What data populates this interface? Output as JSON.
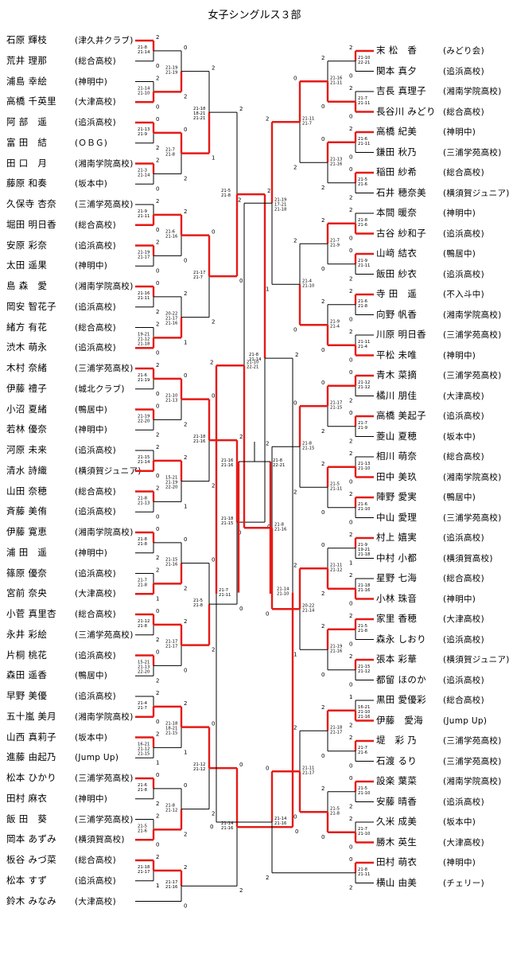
{
  "title": "女子シングルス３部",
  "left_players": [
    {
      "name": "石原 輝枝",
      "team": "(津久井クラブ)"
    },
    {
      "name": "荒井 理那",
      "team": "(総合高校)"
    },
    {
      "name": "浦島 幸絵",
      "team": "(神明中)"
    },
    {
      "name": "高橋 千英里",
      "team": "(大津高校)"
    },
    {
      "name": "阿 部　遥",
      "team": "(追浜高校)"
    },
    {
      "name": "富 田　結",
      "team": "(ＯＢＧ)"
    },
    {
      "name": "田 口　月",
      "team": "(湘南学院高校)"
    },
    {
      "name": "藤原 和奏",
      "team": "(坂本中)"
    },
    {
      "name": "久保寺 杏奈",
      "team": "(三浦学苑高校)"
    },
    {
      "name": "堀田 明日香",
      "team": "(総合高校)"
    },
    {
      "name": "安原 彩奈",
      "team": "(追浜高校)"
    },
    {
      "name": "太田 遥果",
      "team": "(神明中)"
    },
    {
      "name": "島 森　愛",
      "team": "(湘南学院高校)"
    },
    {
      "name": "岡安 智花子",
      "team": "(追浜高校)"
    },
    {
      "name": "緒方 有花",
      "team": "(総合高校)"
    },
    {
      "name": "渋木 萌永",
      "team": "(追浜高校)"
    },
    {
      "name": "木村 奈緒",
      "team": "(三浦学苑高校)"
    },
    {
      "name": "伊藤 禮子",
      "team": "(城北クラブ)"
    },
    {
      "name": "小沼 夏緒",
      "team": "(鴨居中)"
    },
    {
      "name": "若林 優奈",
      "team": "(神明中)"
    },
    {
      "name": "河原 未来",
      "team": "(追浜高校)"
    },
    {
      "name": "清水 詩織",
      "team": "(横須賀ジュニア)"
    },
    {
      "name": "山田 奈穂",
      "team": "(総合高校)"
    },
    {
      "name": "斉藤 美侑",
      "team": "(追浜高校)"
    },
    {
      "name": "伊藤 寛恵",
      "team": "(湘南学院高校)"
    },
    {
      "name": "浦 田　遥",
      "team": "(神明中)"
    },
    {
      "name": "篠原 優奈",
      "team": "(追浜高校)"
    },
    {
      "name": "宮前 奈央",
      "team": "(大津高校)"
    },
    {
      "name": "小菅 真里杏",
      "team": "(総合高校)"
    },
    {
      "name": "永井 彩絵",
      "team": "(三浦学苑高校)"
    },
    {
      "name": "片桐 桃花",
      "team": "(追浜高校)"
    },
    {
      "name": "森田 遥香",
      "team": "(鴨居中)"
    },
    {
      "name": "早野 美優",
      "team": "(追浜高校)"
    },
    {
      "name": "五十嵐 美月",
      "team": "(湘南学院高校)"
    },
    {
      "name": "山西 真莉子",
      "team": "(坂本中)"
    },
    {
      "name": "進藤 由起乃",
      "team": "(Jump Up)"
    },
    {
      "name": "松本 ひかり",
      "team": "(三浦学苑高校)"
    },
    {
      "name": "田村 麻衣",
      "team": "(神明中)"
    },
    {
      "name": "飯 田　葵",
      "team": "(三浦学苑高校)"
    },
    {
      "name": "岡本 あずみ",
      "team": "(横須賀高校)"
    },
    {
      "name": "板谷 みづ菜",
      "team": "(総合高校)"
    },
    {
      "name": "松本 すず",
      "team": "(追浜高校)"
    },
    {
      "name": "鈴木 みなみ",
      "team": "(大津高校)"
    }
  ],
  "right_players": [
    {
      "name": "末 松　香",
      "team": "(みどり会)"
    },
    {
      "name": "関本 真夕",
      "team": "(追浜高校)"
    },
    {
      "name": "吉長 真理子",
      "team": "(湘南学院高校)"
    },
    {
      "name": "長谷川 みどり",
      "team": "(総合高校)"
    },
    {
      "name": "高橋 紀美",
      "team": "(神明中)"
    },
    {
      "name": "鎌田 秋乃",
      "team": "(三浦学苑高校)"
    },
    {
      "name": "稲田 紗希",
      "team": "(総合高校)"
    },
    {
      "name": "石井 穂奈美",
      "team": "(横須賀ジュニア)"
    },
    {
      "name": "本間 暖奈",
      "team": "(神明中)"
    },
    {
      "name": "古谷 紗和子",
      "team": "(追浜高校)"
    },
    {
      "name": "山﨑 結衣",
      "team": "(鴨居中)"
    },
    {
      "name": "飯田 紗衣",
      "team": "(追浜高校)"
    },
    {
      "name": "寺 田　遥",
      "team": "(不入斗中)"
    },
    {
      "name": "向野 帆香",
      "team": "(湘南学院高校)"
    },
    {
      "name": "川原 明日香",
      "team": "(三浦学苑高校)"
    },
    {
      "name": "平松 未唯",
      "team": "(神明中)"
    },
    {
      "name": "青木 菜摘",
      "team": "(三浦学苑高校)"
    },
    {
      "name": "橘川 朋佳",
      "team": "(大津高校)"
    },
    {
      "name": "高橋 美起子",
      "team": "(追浜高校)"
    },
    {
      "name": "菱山 夏穂",
      "team": "(坂本中)"
    },
    {
      "name": "相川 萌奈",
      "team": "(総合高校)"
    },
    {
      "name": "田中 美玖",
      "team": "(湘南学院高校)"
    },
    {
      "name": "陣野 愛実",
      "team": "(鴨居中)"
    },
    {
      "name": "中山 愛理",
      "team": "(三浦学苑高校)"
    },
    {
      "name": "村上 嬉実",
      "team": "(追浜高校)"
    },
    {
      "name": "中村 小都",
      "team": "(横須賀高校)"
    },
    {
      "name": "星野 七海",
      "team": "(総合高校)"
    },
    {
      "name": "小林 珠音",
      "team": "(神明中)"
    },
    {
      "name": "家里 香穂",
      "team": "(大津高校)"
    },
    {
      "name": "森永 しおり",
      "team": "(追浜高校)"
    },
    {
      "name": "張本 彩華",
      "team": "(横須賀ジュニア)"
    },
    {
      "name": "都留 ほのか",
      "team": "(追浜高校)"
    },
    {
      "name": "黒田 愛優彩",
      "team": "(総合高校)"
    },
    {
      "name": "伊藤　愛海",
      "team": "(Jump Up)"
    },
    {
      "name": "堤　彩 乃",
      "team": "(三浦学苑高校)"
    },
    {
      "name": "石渡 るり",
      "team": "(三浦学苑高校)"
    },
    {
      "name": "設楽 葉菜",
      "team": "(湘南学院高校)"
    },
    {
      "name": "安藤 晴香",
      "team": "(追浜高校)"
    },
    {
      "name": "久米 成美",
      "team": "(坂本中)"
    },
    {
      "name": "勝木 英生",
      "team": "(大津高校)"
    },
    {
      "name": "田村 萌衣",
      "team": "(神明中)"
    },
    {
      "name": "横山 由美",
      "team": "(チェリー)"
    }
  ],
  "left_scores": [
    {
      "s": [
        "21-8",
        "21-14"
      ],
      "w": [
        "2",
        "0"
      ]
    },
    {
      "s": [
        "21-14",
        "21-10"
      ],
      "w": [
        "2",
        "0"
      ]
    },
    {
      "s": [
        "21-13",
        "21-9"
      ],
      "w": [
        "0",
        "2"
      ]
    },
    {
      "s": [
        "21-3",
        "21-14"
      ],
      "w": [
        "2",
        "0"
      ]
    },
    {
      "s": [
        "21-9",
        "21-11"
      ],
      "w": [
        "2",
        "0"
      ]
    },
    {
      "s": [
        "21-19",
        "21-17"
      ],
      "w": [
        "2",
        "0"
      ]
    },
    {
      "s": [
        "21-16",
        "21-11"
      ],
      "w": [
        "0",
        "2"
      ]
    },
    {
      "s": [
        "19-21",
        "21-12",
        "21-18"
      ],
      "w": [
        "2",
        "0"
      ]
    },
    {
      "s": [
        "21-6",
        "21-19"
      ],
      "w": [
        "2",
        "0"
      ]
    },
    {
      "s": [
        "21-19",
        "22-20"
      ],
      "w": [
        "0",
        "2"
      ]
    },
    {
      "s": [
        "21-15",
        "21-14"
      ],
      "w": [
        "2",
        "0"
      ]
    },
    {
      "s": [
        "21-8",
        "21-13"
      ],
      "w": [
        "2",
        "0"
      ]
    },
    {
      "s": [
        "21-8",
        "21-8"
      ],
      "w": [
        "0",
        "2"
      ]
    },
    {
      "s": [
        "21-7",
        "21-8"
      ],
      "w": [
        "2",
        "1"
      ]
    },
    {
      "s": [
        "21-12",
        "21-8"
      ],
      "w": [
        "0",
        "2"
      ]
    },
    {
      "s": [
        "15-21",
        "21-13",
        "22-20"
      ],
      "w": [
        "0",
        "2"
      ]
    },
    {
      "s": [
        "21-4",
        "21-7"
      ],
      "w": [
        "2",
        "0"
      ]
    },
    {
      "s": [
        "16-21",
        "21-12",
        "21-15"
      ],
      "w": [
        "2",
        "1"
      ]
    },
    {
      "s": [
        "21-6",
        "21-8"
      ],
      "w": [
        "0",
        "2"
      ]
    },
    {
      "s": [
        "21-5",
        "21-6"
      ],
      "w": [
        "2",
        "0"
      ]
    },
    {
      "s": [
        "21-18",
        "21-17"
      ],
      "w": [
        "2",
        "1"
      ]
    },
    {
      "s": [
        "21-19",
        "21-19"
      ],
      "w": [
        "0",
        "2"
      ]
    },
    {
      "s": [
        "21-7",
        "21-8"
      ],
      "w": [
        "0",
        "2"
      ]
    },
    {
      "s": [
        "21-6",
        "21-16"
      ],
      "w": [
        "2",
        "0"
      ]
    },
    {
      "s": [
        "20-22",
        "21-17",
        "21-16"
      ],
      "w": [
        "2",
        "1"
      ]
    },
    {
      "s": [
        "21-10",
        "21-13"
      ],
      "w": [
        "0",
        "2"
      ]
    },
    {
      "s": [
        "15-21",
        "21-19",
        "22-20"
      ],
      "w": [
        "2",
        "1"
      ]
    },
    {
      "s": [
        "21-15",
        "21-16"
      ],
      "w": [
        "0",
        "2"
      ]
    },
    {
      "s": [
        "21-17",
        "21-17"
      ],
      "w": [
        "2",
        "0"
      ]
    },
    {
      "s": [
        "21-18",
        "18-21",
        "21-15"
      ],
      "w": [
        "2",
        "1"
      ]
    },
    {
      "s": [
        "21-8",
        "21-12"
      ],
      "w": [
        "0",
        "2"
      ]
    },
    {
      "s": [
        "21-17",
        "21-16"
      ],
      "w": [
        "2",
        "0"
      ]
    },
    {
      "s": [
        "21-18",
        "18-21",
        "21-21"
      ],
      "w": [
        "2",
        "1"
      ]
    },
    {
      "s": [
        "21-17",
        "21-7"
      ],
      "w": [
        "0",
        "2"
      ]
    },
    {
      "s": [
        "21-18",
        "21-16"
      ],
      "w": [
        "0",
        "2"
      ]
    },
    {
      "s": [
        "21-5",
        "21-8"
      ],
      "w": [
        "0",
        "2"
      ]
    },
    {
      "s": [
        "21-12",
        "21-12"
      ],
      "w": [
        "0",
        "2"
      ]
    },
    {
      "s": [
        "21-5",
        "21-8"
      ],
      "w": [
        "2",
        "0"
      ]
    },
    {
      "s": [
        "21-18",
        "21-15"
      ],
      "w": [
        "2",
        "0"
      ]
    },
    {
      "s": [
        "21-14",
        "21-16"
      ],
      "w": [
        "0",
        "2"
      ]
    }
  ],
  "right_scores": [
    {
      "s": [
        "21-10",
        "22-21"
      ],
      "w": [
        "2",
        "0"
      ]
    },
    {
      "s": [
        "21-7",
        "21-11"
      ],
      "w": [
        "2",
        "0"
      ]
    },
    {
      "s": [
        "21-6",
        "21-11"
      ],
      "w": [
        "2",
        "0"
      ]
    },
    {
      "s": [
        "21-5",
        "21-6"
      ],
      "w": [
        "0",
        "2"
      ]
    },
    {
      "s": [
        "21-8",
        "21-6"
      ],
      "w": [
        "2",
        "0"
      ]
    },
    {
      "s": [
        "21-9",
        "21-11"
      ],
      "w": [
        "0",
        "2"
      ]
    },
    {
      "s": [
        "21-6",
        "21-8"
      ],
      "w": [
        "2",
        "0"
      ]
    },
    {
      "s": [
        "21-11",
        "21-4"
      ],
      "w": [
        "2",
        "0"
      ]
    },
    {
      "s": [
        "21-12",
        "21-12"
      ],
      "w": [
        "0",
        "2"
      ]
    },
    {
      "s": [
        "21-7",
        "21-9"
      ],
      "w": [
        "0",
        "2"
      ]
    },
    {
      "s": [
        "21-13",
        "21-10"
      ],
      "w": [
        "2",
        "0"
      ]
    },
    {
      "s": [
        "21-6",
        "21-10"
      ],
      "w": [
        "2",
        "0"
      ]
    },
    {
      "s": [
        "21-9",
        "19-21",
        "21-18"
      ],
      "w": [
        "2",
        "1"
      ]
    },
    {
      "s": [
        "21-18",
        "21-16"
      ],
      "w": [
        "2",
        "0"
      ]
    },
    {
      "s": [
        "21-5",
        "21-8"
      ],
      "w": [
        "2",
        "0"
      ]
    },
    {
      "s": [
        "21-15",
        "21-12"
      ],
      "w": [
        "2",
        "0"
      ]
    },
    {
      "s": [
        "16-21",
        "21-10",
        "21-16"
      ],
      "w": [
        "1",
        "2"
      ]
    },
    {
      "s": [
        "21-7",
        "21-6"
      ],
      "w": [
        "2",
        "0"
      ]
    },
    {
      "s": [
        "21-5",
        "21-10"
      ],
      "w": [
        "0",
        "2"
      ]
    },
    {
      "s": [
        "21-7",
        "21-10"
      ],
      "w": [
        "2",
        "0"
      ]
    },
    {
      "s": [
        "21-8",
        "21-11"
      ],
      "w": [
        "0",
        "2"
      ]
    },
    {
      "s": [
        "21-16",
        "21-11"
      ],
      "w": [
        "2",
        "0"
      ]
    },
    {
      "s": [
        "21-13",
        "21-16"
      ],
      "w": [
        "0",
        "2"
      ]
    },
    {
      "s": [
        "21-7",
        "21-9"
      ],
      "w": [
        "2",
        "0"
      ]
    },
    {
      "s": [
        "21-9",
        "21-4"
      ],
      "w": [
        "2",
        "0"
      ]
    },
    {
      "s": [
        "21-17",
        "21-15"
      ],
      "w": [
        "0",
        "2"
      ]
    },
    {
      "s": [
        "21-5",
        "21-11"
      ],
      "w": [
        "2",
        "0"
      ]
    },
    {
      "s": [
        "21-11",
        "21-12"
      ],
      "w": [
        "0",
        "2"
      ]
    },
    {
      "s": [
        "21-19",
        "21-16"
      ],
      "w": [
        "2",
        "0"
      ]
    },
    {
      "s": [
        "21-18",
        "21-17"
      ],
      "w": [
        "2",
        "0"
      ]
    },
    {
      "s": [
        "21-5",
        "21-8"
      ],
      "w": [
        "2",
        "0"
      ]
    },
    {
      "s": [
        "21-11",
        "21-7"
      ],
      "w": [
        "0",
        "2"
      ]
    },
    {
      "s": [
        "21-4",
        "21-10"
      ],
      "w": [
        "2",
        "0"
      ]
    },
    {
      "s": [
        "21-8",
        "21-15"
      ],
      "w": [
        "0",
        "2"
      ]
    },
    {
      "s": [
        "20-22",
        "21-14"
      ],
      "w": [
        "2",
        "1"
      ]
    },
    {
      "s": [
        "21-11",
        "21-17"
      ],
      "w": [
        "2",
        "0"
      ]
    },
    {
      "s": [
        "21-19",
        "17-21",
        "21-18"
      ],
      "w": [
        "2",
        "1"
      ]
    },
    {
      "s": [
        "21-8",
        "21-16"
      ],
      "w": [
        "2",
        "0"
      ]
    },
    {
      "s": [
        "21-14",
        "21-16"
      ],
      "w": [
        "0",
        "2"
      ]
    }
  ],
  "center_scores": {
    "left": [
      "21-16",
      "21-16"
    ],
    "right": [
      "21-8",
      "22-21"
    ]
  },
  "colors": {
    "winner_line": "#e41b17",
    "line": "#000000"
  }
}
